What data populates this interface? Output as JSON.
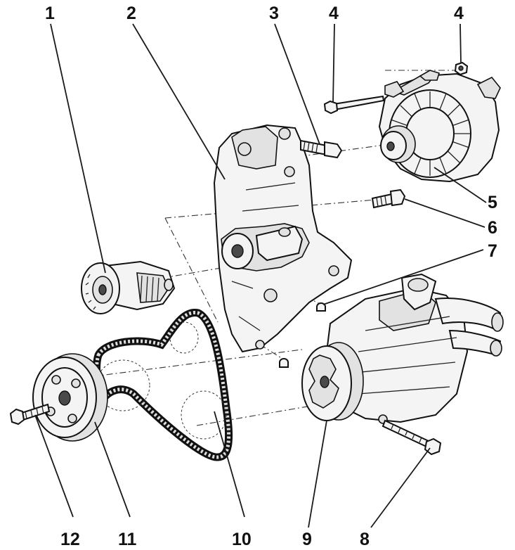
{
  "labels": [
    {
      "id": "1",
      "text": "1"
    },
    {
      "id": "2",
      "text": "2"
    },
    {
      "id": "3",
      "text": "3"
    },
    {
      "id": "4a",
      "text": "4"
    },
    {
      "id": "4b",
      "text": "4"
    },
    {
      "id": "5",
      "text": "5"
    },
    {
      "id": "6",
      "text": "6"
    },
    {
      "id": "7",
      "text": "7"
    },
    {
      "id": "8",
      "text": "8"
    },
    {
      "id": "9",
      "text": "9"
    },
    {
      "id": "10",
      "text": "10"
    },
    {
      "id": "11",
      "text": "11"
    },
    {
      "id": "12",
      "text": "12"
    }
  ]
}
